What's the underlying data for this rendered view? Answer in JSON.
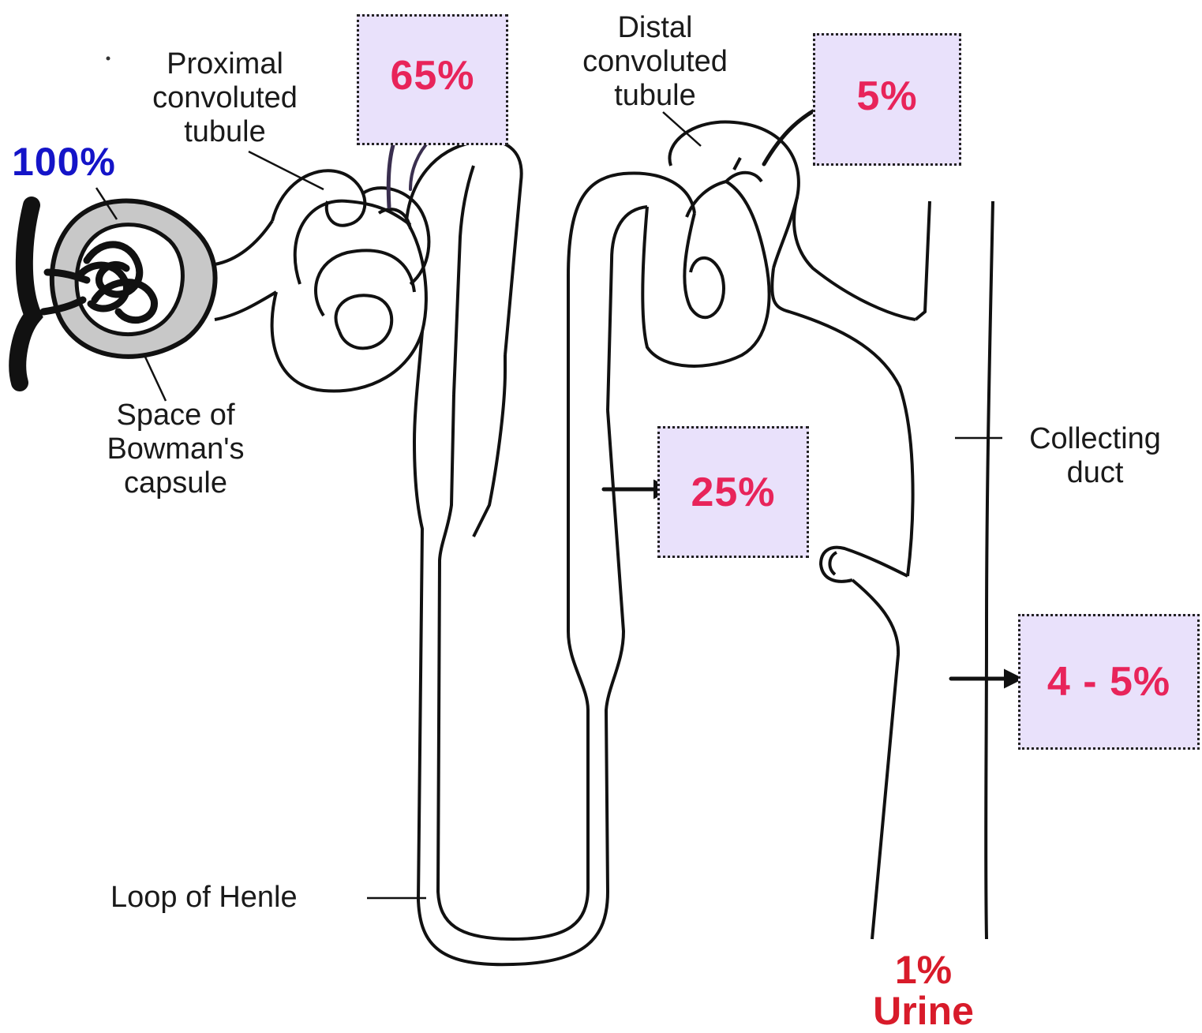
{
  "colors": {
    "percent_red": "#e8245a",
    "start_blue": "#1414c8",
    "urine_red": "#d81b2a",
    "box_fill": "#e9e1fb",
    "line": "#111111",
    "bowman_space": "#c8c8c8"
  },
  "labels": {
    "proximal": [
      "Proximal",
      "convoluted",
      "tubule"
    ],
    "distal": [
      "Distal",
      "convoluted",
      "tubule"
    ],
    "bowman": [
      "Space of",
      "Bowman's",
      "capsule"
    ],
    "collecting": [
      "Collecting",
      "duct"
    ],
    "henle": "Loop of Henle"
  },
  "values": {
    "start": "100%",
    "proximal": "65%",
    "distal": "5%",
    "loop": "25%",
    "collecting": "4 - 5%",
    "final_percent": "1%",
    "final_label": "Urine"
  }
}
